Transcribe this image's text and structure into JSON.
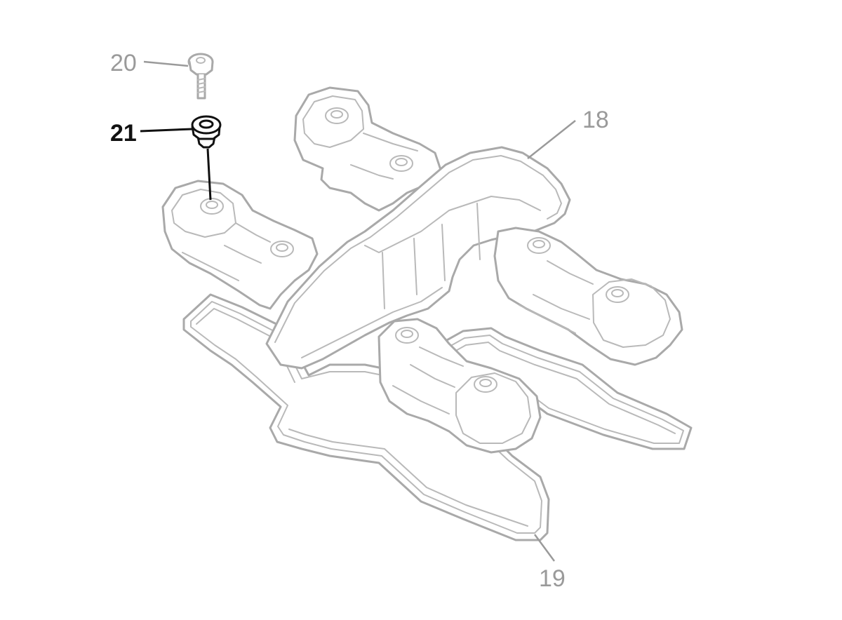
{
  "diagram": {
    "callouts": {
      "c18": "18",
      "c19": "19",
      "c20": "20",
      "c21": "21"
    },
    "highlighted_part": "21",
    "colors": {
      "line": "#a9a9a9",
      "highlight": "#111111",
      "label": "#9a9a9a",
      "background": "#ffffff"
    }
  }
}
